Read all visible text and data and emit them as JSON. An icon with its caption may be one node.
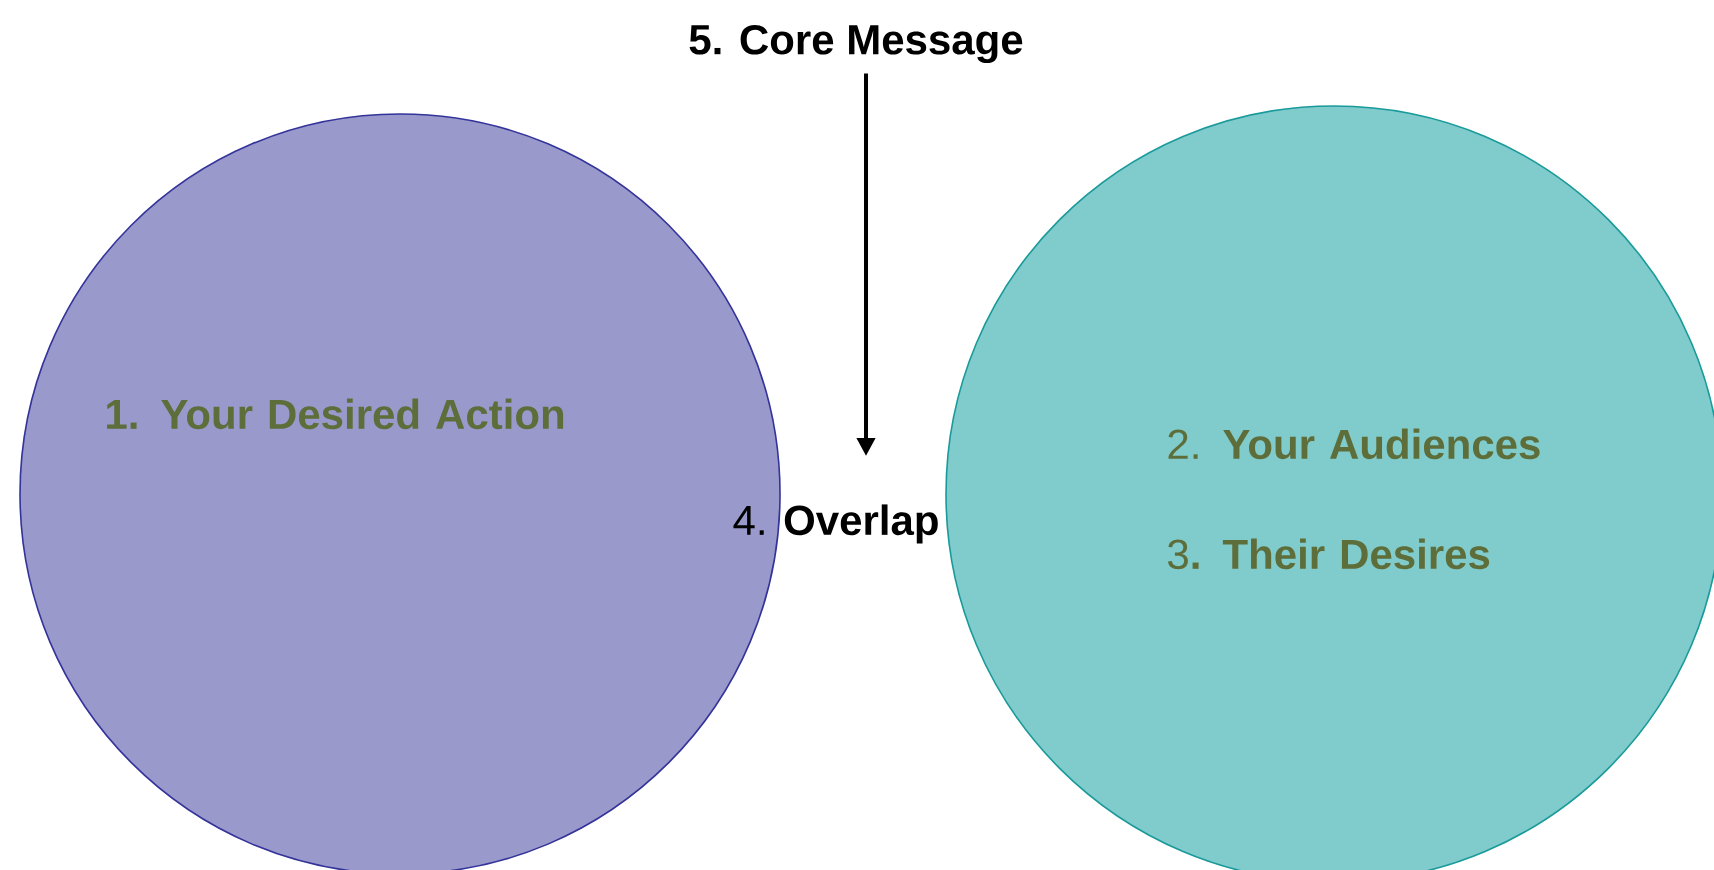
{
  "diagram": {
    "nodes": [
      {
        "text": [
          "1. Your Desired Action"
        ]
      },
      {
        "text": [
          "2. **Your Audiences**",
          "3**. Their Desires**"
        ]
      },
      {
        "text": [
          "5. Core Message"
        ]
      },
      {
        "text": [
          "4. **Overlap**"
        ]
      }
    ],
    "edges": [
      {
        "from": 2,
        "to": 3,
        "arrow": "to"
      }
    ]
  }
}
